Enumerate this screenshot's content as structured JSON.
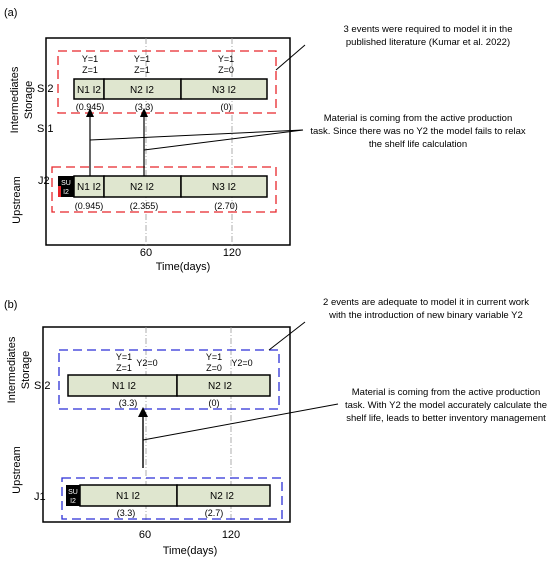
{
  "panel_a": {
    "label": "(a)",
    "axis_upper": [
      "Intermediates",
      "Storage"
    ],
    "axis_lower": "Upstream",
    "row_si2": "SI2",
    "row_si1": "SI1",
    "row_j2": "J2",
    "top_note": [
      "3 events were required to model it in the",
      "published literature (Kumar et al. 2022)"
    ],
    "side_note": [
      "Material is coming from the active production",
      "task. Since there was no Y2 the model fails to relax",
      "the shelf life calculation"
    ],
    "si2_vars": [
      {
        "y": "Y=1",
        "z": "Z=1"
      },
      {
        "y": "Y=1",
        "z": "Z=1"
      },
      {
        "y": "Y=1",
        "z": "Z=0"
      }
    ],
    "si2_tasks": [
      "N1 I2",
      "N2 I2",
      "N3 I2"
    ],
    "si2_values": [
      "(0.945)",
      "(3.3)",
      "(0)"
    ],
    "su_top": "SU",
    "su_bottom": "I2",
    "j2_tasks": [
      "N1 I2",
      "N2 I2",
      "N3 I2"
    ],
    "j2_values": [
      "(0.945)",
      "(2.355)",
      "(2.70)"
    ],
    "ticks": [
      "60",
      "120"
    ],
    "xlabel": "Time(days)"
  },
  "panel_b": {
    "label": "(b)",
    "axis_upper": [
      "Intermediates",
      "Storage"
    ],
    "axis_lower": "Upstream",
    "row_si2": "SI2",
    "row_j1": "J1",
    "top_note": [
      "2 events are adequate to model it in current work",
      "with the introduction of new binary variable Y2"
    ],
    "side_note": [
      "Material is coming from the active production",
      "task. With Y2 the model accurately calculate the",
      "shelf life, leads to better inventory management"
    ],
    "si2_vars": [
      {
        "y": "Y=1",
        "z": "Z=1",
        "y2": "Y2=0"
      },
      {
        "y": "Y=1",
        "z": "Z=0",
        "y2": "Y2=0"
      }
    ],
    "si2_tasks": [
      "N1 I2",
      "N2 I2"
    ],
    "si2_values": [
      "(3.3)",
      "(0)"
    ],
    "su_top": "SU",
    "su_bottom": "I2",
    "j1_tasks": [
      "N1 I2",
      "N2 I2"
    ],
    "j1_values": [
      "(3.3)",
      "(2.7)"
    ],
    "ticks": [
      "60",
      "120"
    ],
    "xlabel": "Time(days)"
  },
  "colors": {
    "task_fill": "#dfe6cf",
    "dash_red": "#e8262b",
    "dash_blue": "#2b2fd6",
    "gridline": "#9a9a9a",
    "su_block": "#000000"
  }
}
